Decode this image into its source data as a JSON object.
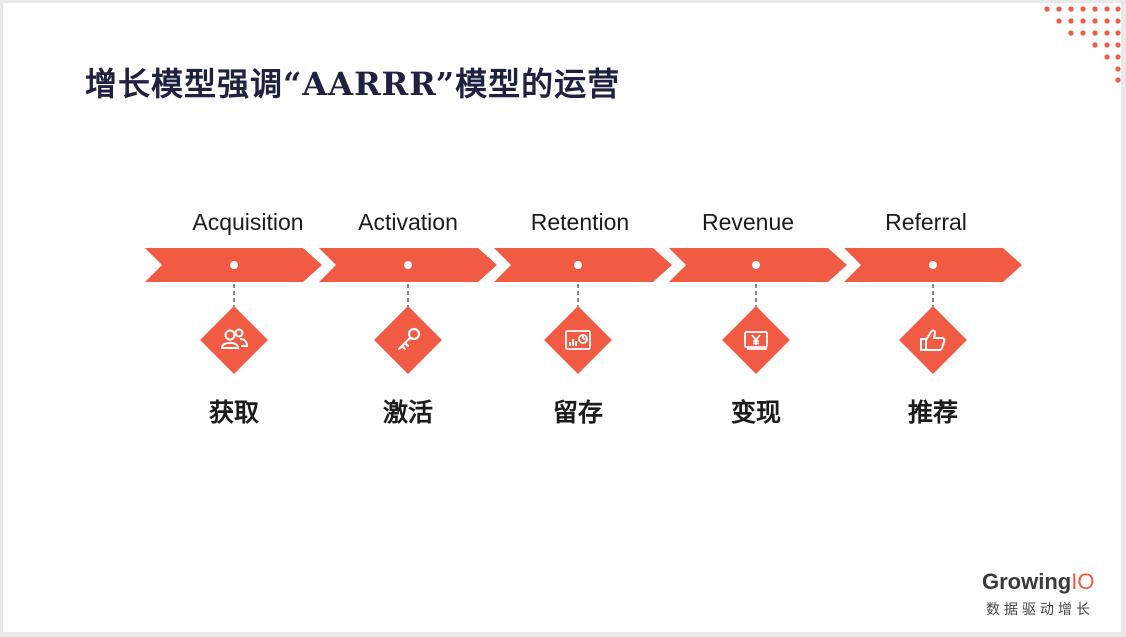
{
  "title": "增长模型强调“AARRR”模型的运营",
  "colors": {
    "accent": "#f25b43",
    "text": "#1c1c1c",
    "title": "#1f2140"
  },
  "stages": [
    {
      "label": "Acquisition",
      "cn": "获取",
      "icon": "users-icon"
    },
    {
      "label": "Activation",
      "cn": "激活",
      "icon": "key-icon"
    },
    {
      "label": "Retention",
      "cn": "留存",
      "icon": "dashboard-icon"
    },
    {
      "label": "Revenue",
      "cn": "变现",
      "icon": "yen-icon"
    },
    {
      "label": "Referral",
      "cn": "推荐",
      "icon": "thumbs-up-icon"
    }
  ],
  "brand": {
    "name_part1": "Growing",
    "name_part2": "IO",
    "tagline": "数据驱动增长"
  }
}
